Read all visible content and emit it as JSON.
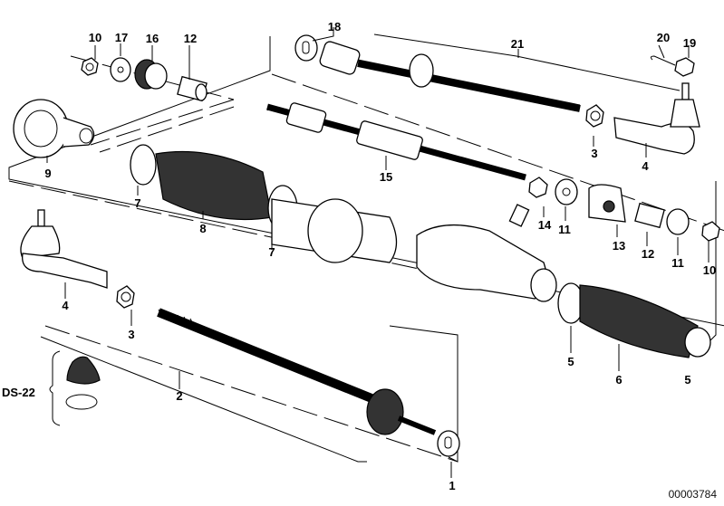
{
  "diagram": {
    "title": "Steering rack / tie rod exploded view",
    "reference_number": "00003784",
    "callouts": [
      {
        "id": "c10a",
        "label": "10"
      },
      {
        "id": "c17",
        "label": "17"
      },
      {
        "id": "c16",
        "label": "16"
      },
      {
        "id": "c12a",
        "label": "12"
      },
      {
        "id": "c18",
        "label": "18"
      },
      {
        "id": "c21",
        "label": "21"
      },
      {
        "id": "c20",
        "label": "20"
      },
      {
        "id": "c19",
        "label": "19"
      },
      {
        "id": "c9",
        "label": "9"
      },
      {
        "id": "c3a",
        "label": "3"
      },
      {
        "id": "c4a",
        "label": "4"
      },
      {
        "id": "c15",
        "label": "15"
      },
      {
        "id": "c7a",
        "label": "7"
      },
      {
        "id": "c8",
        "label": "8"
      },
      {
        "id": "c7b",
        "label": "7"
      },
      {
        "id": "c14",
        "label": "14"
      },
      {
        "id": "c11a",
        "label": "11"
      },
      {
        "id": "c13",
        "label": "13"
      },
      {
        "id": "c12b",
        "label": "12"
      },
      {
        "id": "c11b",
        "label": "11"
      },
      {
        "id": "c10b",
        "label": "10"
      },
      {
        "id": "c4b",
        "label": "4"
      },
      {
        "id": "c3b",
        "label": "3"
      },
      {
        "id": "c5a",
        "label": "5"
      },
      {
        "id": "c6",
        "label": "6"
      },
      {
        "id": "c5b",
        "label": "5"
      },
      {
        "id": "c2",
        "label": "2"
      },
      {
        "id": "c1",
        "label": "1"
      },
      {
        "id": "cds22",
        "label": "DS-22"
      }
    ]
  }
}
